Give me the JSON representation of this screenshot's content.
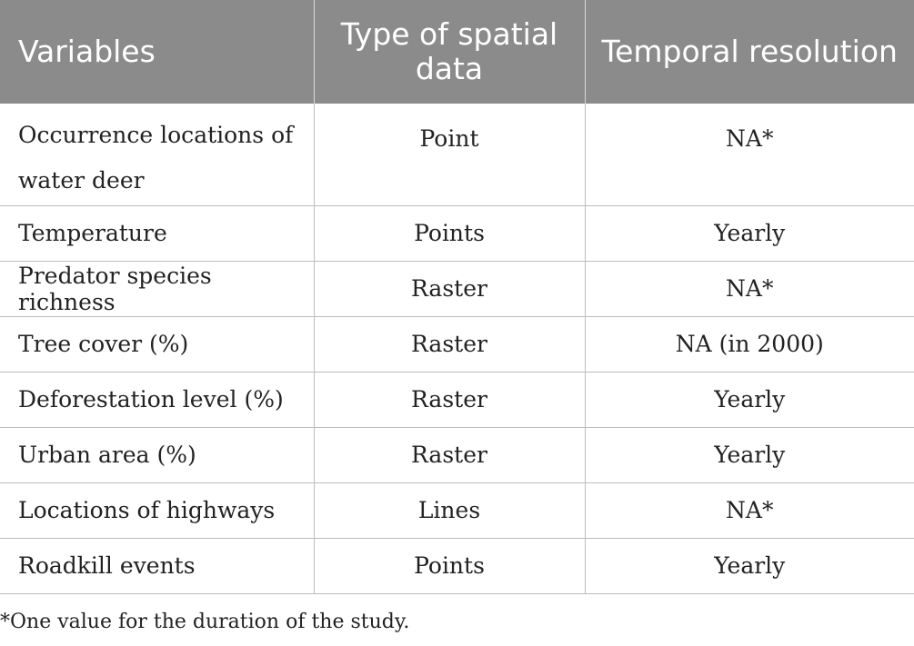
{
  "table": {
    "headers": [
      "Variables",
      "Type of spatial data",
      "Temporal resolution"
    ],
    "rows": [
      [
        "Occurrence locations of water deer",
        "Point",
        "NA*"
      ],
      [
        "Temperature",
        "Points",
        "Yearly"
      ],
      [
        "Predator species richness",
        "Raster",
        "NA*"
      ],
      [
        "Tree cover (%)",
        "Raster",
        "NA (in 2000)"
      ],
      [
        "Deforestation level (%)",
        "Raster",
        "Yearly"
      ],
      [
        "Urban area (%)",
        "Raster",
        "Yearly"
      ],
      [
        "Locations of highways",
        "Lines",
        "NA*"
      ],
      [
        "Roadkill events",
        "Points",
        "Yearly"
      ]
    ]
  },
  "colors": {
    "header_bg": "#8b8b8b",
    "header_text": "#ffffff",
    "grid": "#bcbcbc"
  },
  "footnote": "*One value for the duration of the study."
}
